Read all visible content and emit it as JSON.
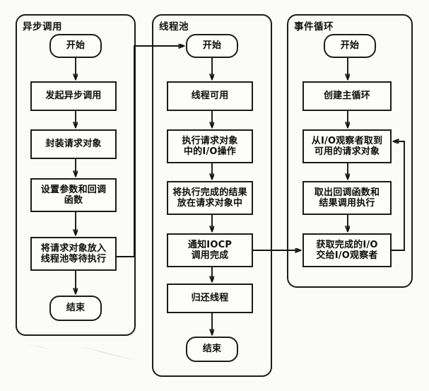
{
  "diagram": {
    "title_note": "",
    "background_color": "#fbfbf9",
    "line_color": "#141414",
    "node_fill": "#fdfdfb"
  },
  "lanes": [
    {
      "id": "async-call",
      "title": "异步调用",
      "nodes": [
        {
          "id": "a-start",
          "type": "terminator",
          "label": "开始"
        },
        {
          "id": "a-1",
          "type": "process",
          "label": "发起异步调用"
        },
        {
          "id": "a-2",
          "type": "process",
          "label": "封装请求对象"
        },
        {
          "id": "a-3",
          "type": "process",
          "label": "设置参数和回调\n函数"
        },
        {
          "id": "a-4",
          "type": "process",
          "label": "将请求对象放入\n线程池等待执行"
        },
        {
          "id": "a-end",
          "type": "terminator",
          "label": "结束"
        }
      ]
    },
    {
      "id": "thread-pool",
      "title": "线程池",
      "nodes": [
        {
          "id": "t-start",
          "type": "terminator",
          "label": "开始"
        },
        {
          "id": "t-1",
          "type": "process",
          "label": "线程可用"
        },
        {
          "id": "t-2",
          "type": "process",
          "label": "执行请求对象\n中的I/O操作"
        },
        {
          "id": "t-3",
          "type": "process",
          "label": "将执行完成的结果\n放在请求对象中"
        },
        {
          "id": "t-4",
          "type": "process",
          "label": "通知IOCP\n调用完成"
        },
        {
          "id": "t-5",
          "type": "process",
          "label": "归还线程"
        },
        {
          "id": "t-end",
          "type": "terminator",
          "label": "结束"
        }
      ]
    },
    {
      "id": "event-loop",
      "title": "事件循环",
      "nodes": [
        {
          "id": "e-start",
          "type": "terminator",
          "label": "开始"
        },
        {
          "id": "e-1",
          "type": "process",
          "label": "创建主循环"
        },
        {
          "id": "e-2",
          "type": "process",
          "label": "从I/O观察者取到\n可用的请求对象"
        },
        {
          "id": "e-3",
          "type": "process",
          "label": "取出回调函数和\n结果调用执行"
        },
        {
          "id": "e-4",
          "type": "process",
          "label": "获取完成的I/O\n交给I/O观察者"
        }
      ]
    }
  ],
  "cross_lane_edges": [
    {
      "id": "edge-a4-to-tstart",
      "from": "a-4",
      "to": "t-start"
    },
    {
      "id": "edge-t4-to-e4",
      "from": "t-4",
      "to": "e-4"
    },
    {
      "id": "edge-e4-to-e2",
      "from": "e-4",
      "to": "e-2"
    }
  ]
}
